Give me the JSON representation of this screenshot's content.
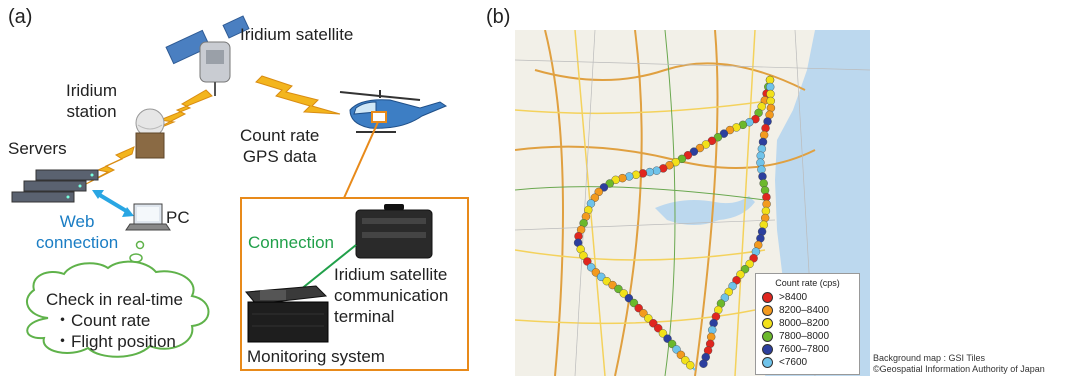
{
  "panel_a": {
    "label": "(a)",
    "satellite": "Iridium satellite",
    "station_1": "Iridium",
    "station_2": "station",
    "servers": "Servers",
    "web_1": "Web",
    "web_2": "connection",
    "pc": "PC",
    "count_1": "Count rate",
    "count_2": "GPS data",
    "connection": "Connection",
    "terminal_1": "Iridium satellite",
    "terminal_2": "communication",
    "terminal_3": "terminal",
    "monitoring": "Monitoring system",
    "cloud_title": "Check in real-time",
    "cloud_item_1": "・Count rate",
    "cloud_item_2": "・Flight position"
  },
  "panel_b": {
    "label": "(b)",
    "legend_title": "Count rate (cps)",
    "legend": [
      {
        "label": ">8400",
        "color": "#e0261f"
      },
      {
        "label": "8200–8400",
        "color": "#f39a1e"
      },
      {
        "label": "8000–8200",
        "color": "#f2e11a"
      },
      {
        "label": "7800–8000",
        "color": "#6bb82c"
      },
      {
        "label": "7600–7800",
        "color": "#2c3f9e"
      },
      {
        "label": "<7600",
        "color": "#6fc3ea"
      }
    ],
    "credit_1": "Background map : GSI Tiles",
    "credit_2": "©Geospatial Information Authority of Japan"
  },
  "colors": {
    "accent_orange": "#e88a1a",
    "lightning": "#f3b51d",
    "web_blue": "#1a7dc4",
    "connection_green": "#21a04a",
    "cloud_green": "#5fb24a"
  }
}
